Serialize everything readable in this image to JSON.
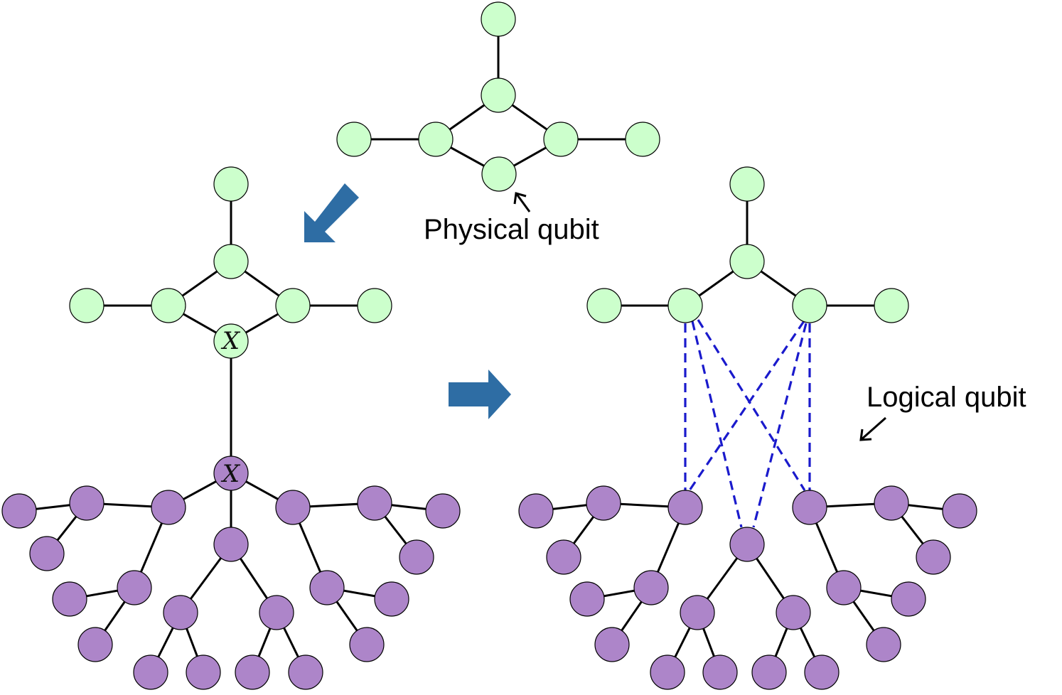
{
  "labels": {
    "physical_qubit": "Physical qubit",
    "logical_qubit": "Logical qubit",
    "measurement_symbol": "X"
  },
  "colors": {
    "green_node_fill": "#ccffcc",
    "purple_node_fill": "#ad85c9",
    "edge": "#000000",
    "dashed_edge": "#1a1acc",
    "arrow": "#2e6da4"
  }
}
